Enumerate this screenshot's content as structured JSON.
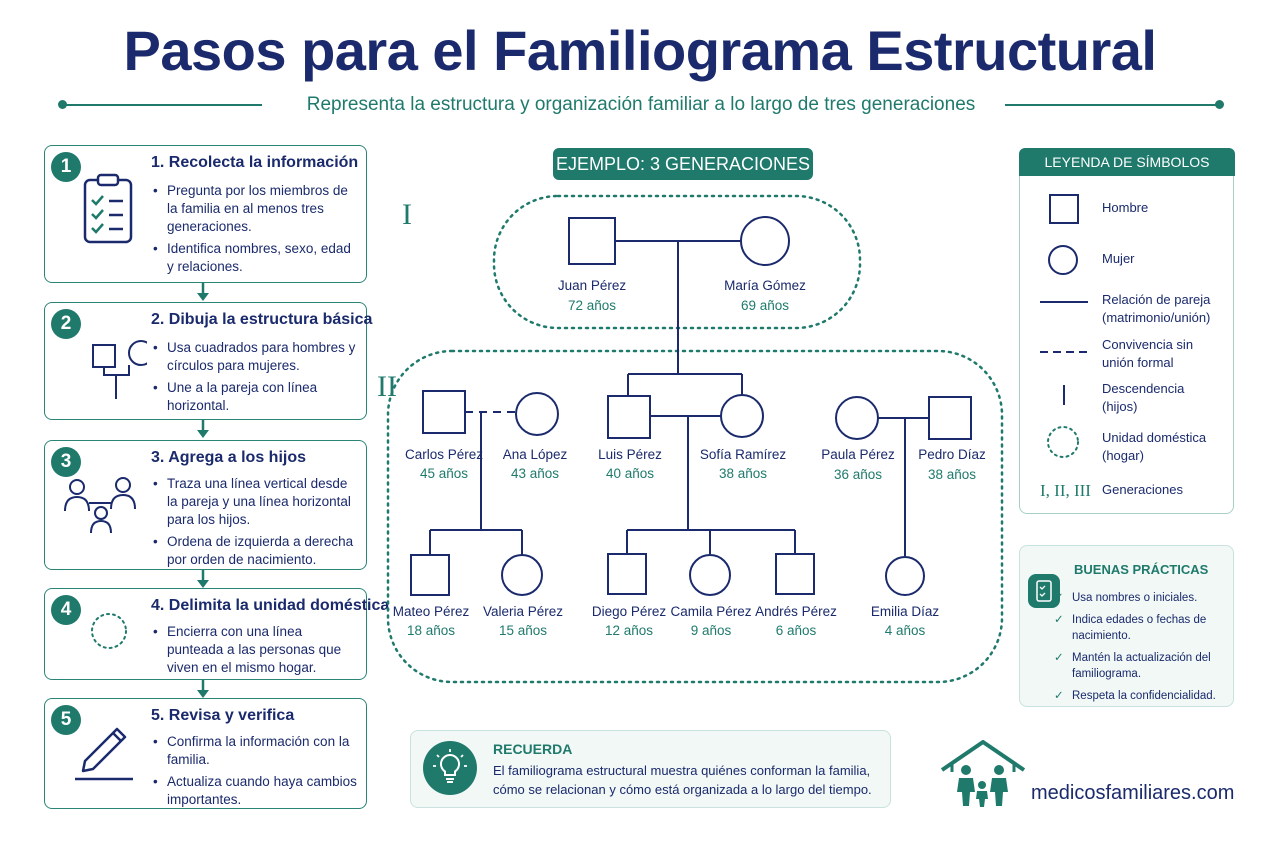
{
  "header": {
    "title": "Pasos para el Familiograma Estructural",
    "subtitle": "Representa la estructura y organización familiar a lo largo de tres generaciones"
  },
  "colors": {
    "navy": "#1a2a6c",
    "teal": "#1f7a6c",
    "light": "#f1f8f6"
  },
  "steps": [
    {
      "number": "1",
      "title": "1. Recolecta la información",
      "icon": "clipboard-icon",
      "bullets": [
        "Pregunta por los miembros de la familia en al menos tres generaciones.",
        "Identifica nombres, sexo, edad y relaciones."
      ]
    },
    {
      "number": "2",
      "title": "2. Dibuja la estructura básica",
      "icon": "square-circle-icon",
      "bullets": [
        "Usa cuadrados para hombres y círculos para mujeres.",
        "Une a la pareja con línea horizontal."
      ]
    },
    {
      "number": "3",
      "title": "3. Agrega a los hijos",
      "icon": "family-icon",
      "bullets": [
        "Traza una línea vertical desde la pareja y una línea horizontal para los hijos.",
        "Ordena de izquierda a derecha por orden de nacimiento."
      ]
    },
    {
      "number": "4",
      "title": "4. Delimita la unidad doméstica",
      "icon": "dotted-circle-icon",
      "bullets": [
        "Encierra con una línea punteada a las personas que viven en el mismo hogar."
      ]
    },
    {
      "number": "5",
      "title": "5. Revisa y verifica",
      "icon": "pencil-icon",
      "bullets": [
        "Confirma la información con la familia.",
        "Actualiza cuando haya cambios importantes."
      ]
    }
  ],
  "diagram": {
    "tag": "EJEMPLO: 3 GENERACIONES",
    "generations": [
      "I",
      "II"
    ],
    "people": [
      {
        "id": "juan",
        "name": "Juan Pérez",
        "age": "72 años",
        "sex": "M"
      },
      {
        "id": "maria",
        "name": "María Gómez",
        "age": "69 años",
        "sex": "F"
      },
      {
        "id": "carlos",
        "name": "Carlos Pérez",
        "age": "45 años",
        "sex": "M"
      },
      {
        "id": "ana",
        "name": "Ana López",
        "age": "43 años",
        "sex": "F"
      },
      {
        "id": "luis",
        "name": "Luis Pérez",
        "age": "40 años",
        "sex": "M"
      },
      {
        "id": "sofia",
        "name": "Sofía Ramírez",
        "age": "38 años",
        "sex": "F"
      },
      {
        "id": "paula",
        "name": "Paula Pérez",
        "age": "36 años",
        "sex": "F"
      },
      {
        "id": "pedro",
        "name": "Pedro Díaz",
        "age": "38 años",
        "sex": "M"
      },
      {
        "id": "mateo",
        "name": "Mateo Pérez",
        "age": "18 años",
        "sex": "M"
      },
      {
        "id": "valeria",
        "name": "Valeria Pérez",
        "age": "15 años",
        "sex": "F"
      },
      {
        "id": "diego",
        "name": "Diego Pérez",
        "age": "12 años",
        "sex": "M"
      },
      {
        "id": "camila",
        "name": "Camila Pérez",
        "age": "9 años",
        "sex": "F"
      },
      {
        "id": "andres",
        "name": "Andrés Pérez",
        "age": "6 años",
        "sex": "M"
      },
      {
        "id": "emilia",
        "name": "Emilia Díaz",
        "age": "4 años",
        "sex": "F"
      }
    ]
  },
  "legend": {
    "title": "LEYENDA DE SÍMBOLOS",
    "items": [
      {
        "label": "Hombre",
        "icon": "square-icon"
      },
      {
        "label": "Mujer",
        "icon": "circle-icon"
      },
      {
        "label": "Relación de pareja (matrimonio/unión)",
        "icon": "solid-line-icon"
      },
      {
        "label": "Convivencia sin unión formal",
        "icon": "dashed-line-icon"
      },
      {
        "label": "Descendencia (hijos)",
        "icon": "vertical-line-icon"
      },
      {
        "label": "Unidad doméstica (hogar)",
        "icon": "dotted-circle-icon"
      },
      {
        "label": "Generaciones",
        "icon": "roman-numerals-icon",
        "symbol": "I, II, III"
      }
    ]
  },
  "practices": {
    "title": "BUENAS PRÁCTICAS",
    "items": [
      "Usa nombres o iniciales.",
      "Indica edades o fechas de nacimiento.",
      "Mantén la actualización del familiograma.",
      "Respeta la confidencialidad."
    ]
  },
  "remember": {
    "title": "RECUERDA",
    "text": "El familiograma estructural muestra quiénes conforman la familia, cómo se relacionan y cómo está organizada a lo largo del tiempo."
  },
  "brand": "medicosfamiliares.com"
}
